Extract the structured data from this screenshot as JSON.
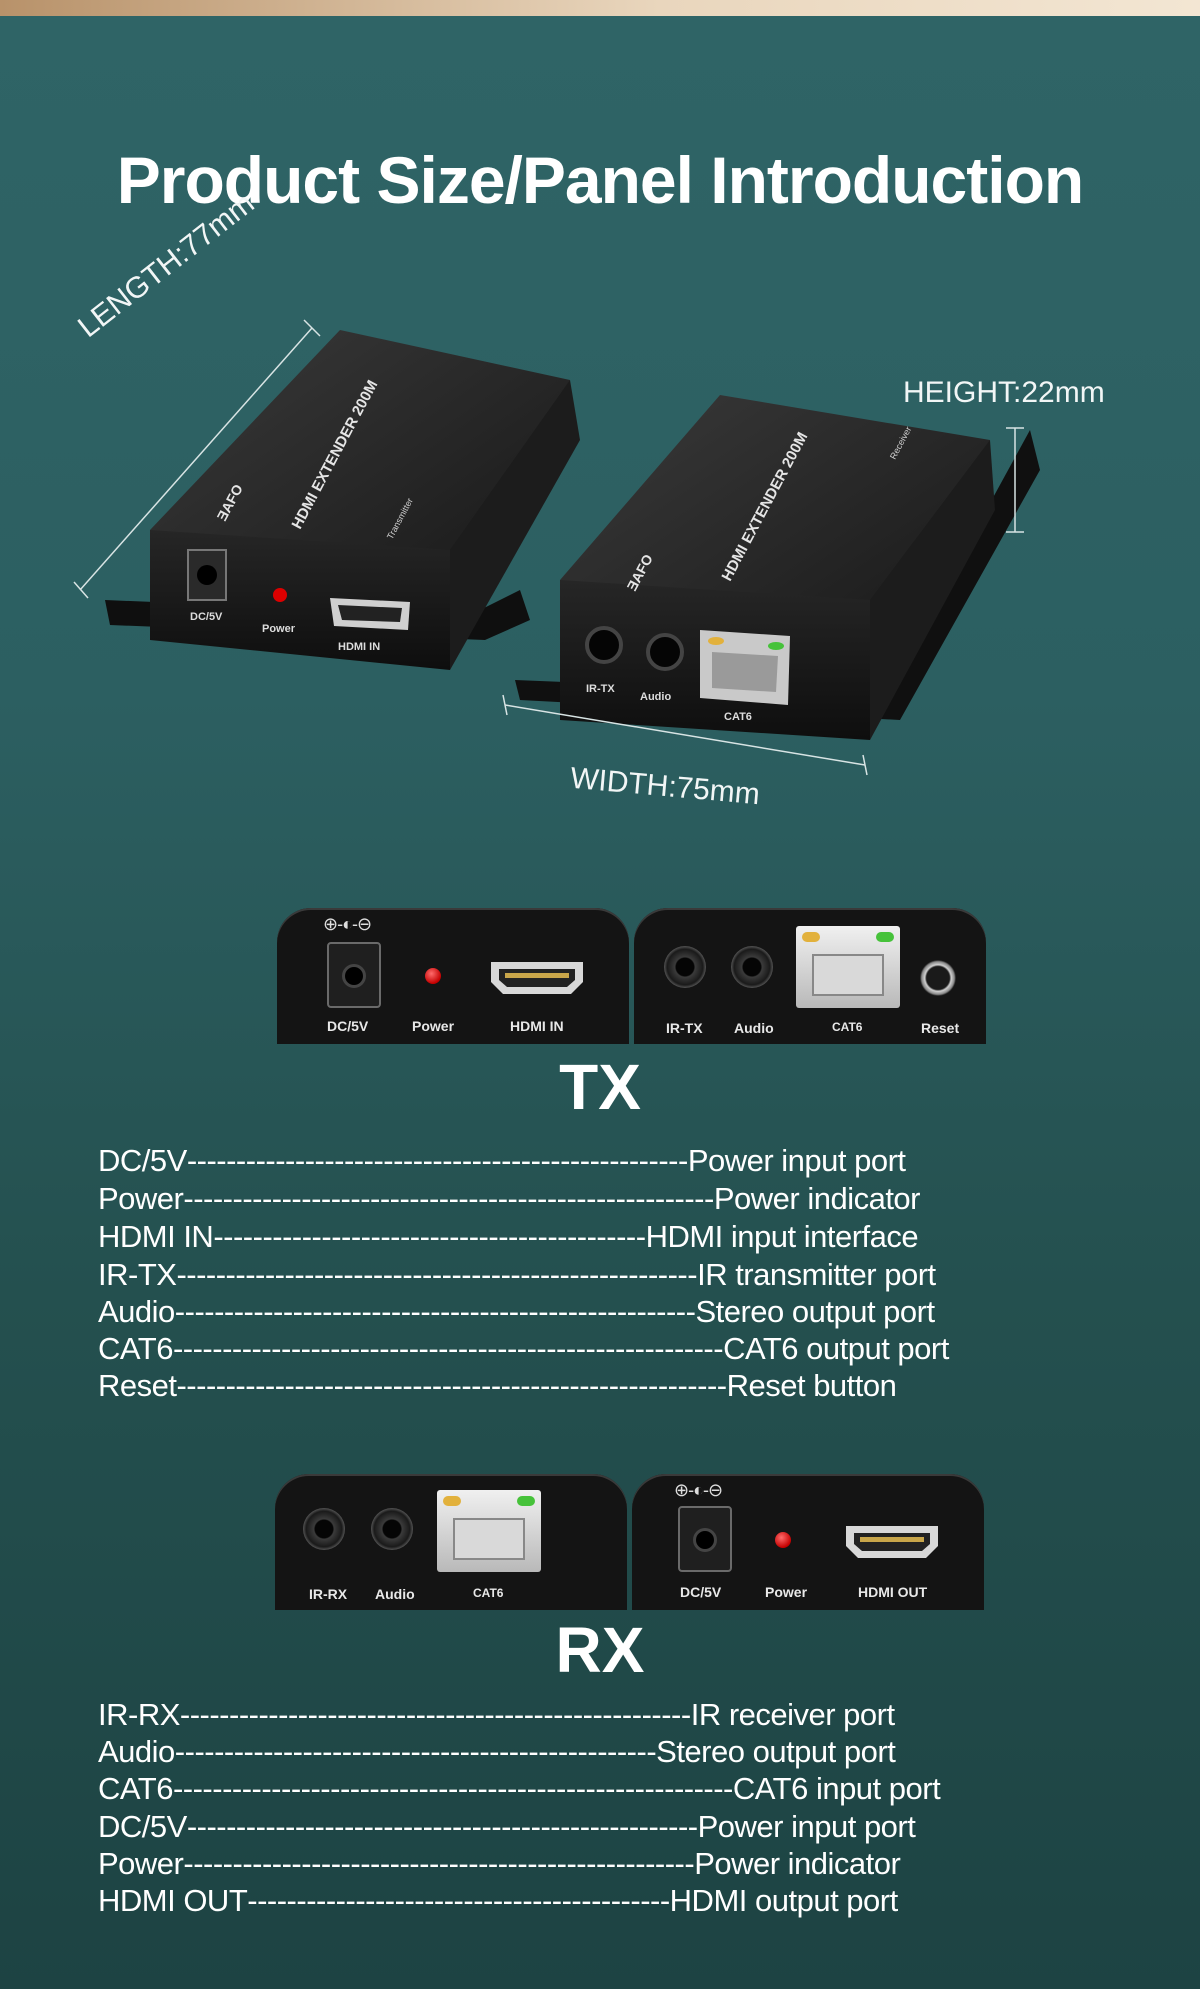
{
  "page_title": "Product Size/Panel Introduction",
  "dimensions": {
    "length": "LENGTH:77mm",
    "height": "HEIGHT:22mm",
    "width": "WIDTH:75mm"
  },
  "device_text": {
    "brand": "ƎAFO",
    "model": "HDMI EXTENDER 200M",
    "tx_side": "Transmitter",
    "rx_side": "Receiver"
  },
  "tx": {
    "title": "TX",
    "panel_left_labels": [
      "DC/5V",
      "Power",
      "HDMI IN"
    ],
    "panel_right_labels": [
      "IR-TX",
      "Audio",
      "CAT6",
      "Reset"
    ],
    "dc_symbol": "⊕-◐-⊖",
    "specs": [
      {
        "key": "DC/5V",
        "value": "Power input port"
      },
      {
        "key": "Power",
        "value": "Power indicator"
      },
      {
        "key": "HDMI IN",
        "value": "HDMI input interface"
      },
      {
        "key": "IR-TX",
        "value": "IR transmitter port"
      },
      {
        "key": "Audio",
        "value": "Stereo output port"
      },
      {
        "key": "CAT6",
        "value": "CAT6 output port"
      },
      {
        "key": "Reset",
        "value": "Reset button"
      }
    ]
  },
  "rx": {
    "title": "RX",
    "panel_left_labels": [
      "IR-RX",
      "Audio",
      "CAT6"
    ],
    "panel_right_labels": [
      "DC/5V",
      "Power",
      "HDMI OUT"
    ],
    "dc_symbol": "⊕-◐-⊖",
    "specs": [
      {
        "key": "IR-RX",
        "value": "IR receiver port"
      },
      {
        "key": "Audio",
        "value": "Stereo output port"
      },
      {
        "key": "CAT6",
        "value": "CAT6 input port"
      },
      {
        "key": "DC/5V",
        "value": "Power input port"
      },
      {
        "key": "Power",
        "value": "Power indicator"
      },
      {
        "key": "HDMI OUT",
        "value": "HDMI output port"
      }
    ]
  },
  "colors": {
    "background_top": "#2f6466",
    "background_bottom": "#1d4343",
    "top_bar": "#e9d6bd",
    "led_red": "#c40000",
    "led_green": "#46c23a",
    "led_yellow": "#e2b13c"
  }
}
